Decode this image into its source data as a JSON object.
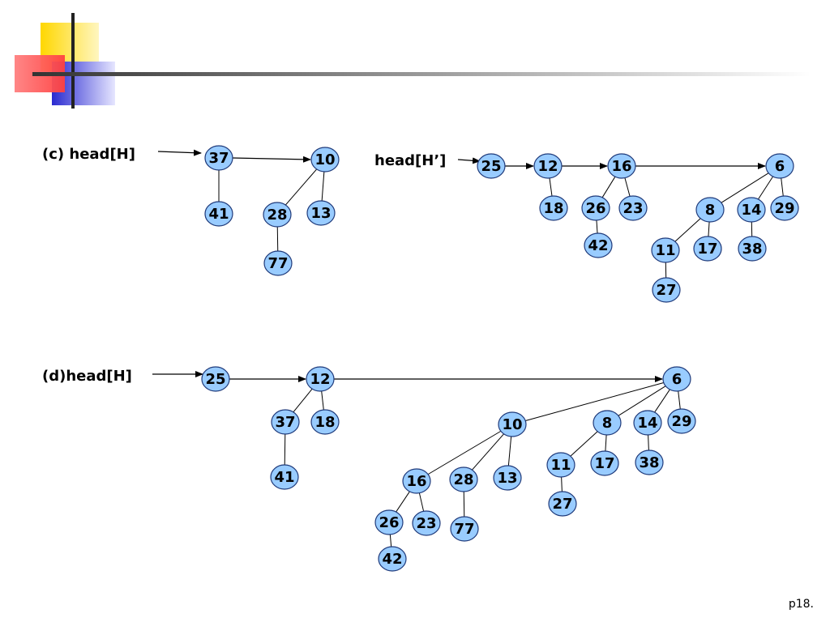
{
  "labels": {
    "c_head": "(c) head[H]",
    "c_head2": "head[H’]",
    "d_head": "(d)head[H]"
  },
  "page_number": "p18.",
  "colors": {
    "node_fill": "#99ccff",
    "node_stroke": "#1f3a7a",
    "edge": "#000000",
    "logo_yellow": "#ffd700",
    "logo_red": "#ff5050",
    "logo_blue": "#2a2ad0"
  },
  "diagrams": [
    {
      "id": "c1",
      "nodes": [
        "37",
        "41",
        "10",
        "28",
        "13",
        "77"
      ],
      "root_list": [
        "37",
        "10"
      ],
      "edges": [
        [
          "37",
          "41"
        ],
        [
          "10",
          "28"
        ],
        [
          "10",
          "13"
        ],
        [
          "28",
          "77"
        ]
      ]
    },
    {
      "id": "c2",
      "nodes": [
        "25",
        "12",
        "18",
        "16",
        "26",
        "23",
        "42",
        "6",
        "8",
        "14",
        "29",
        "11",
        "17",
        "38",
        "27"
      ],
      "root_list": [
        "25",
        "12",
        "16",
        "6"
      ],
      "edges": [
        [
          "12",
          "18"
        ],
        [
          "16",
          "26"
        ],
        [
          "16",
          "23"
        ],
        [
          "26",
          "42"
        ],
        [
          "6",
          "8"
        ],
        [
          "6",
          "14"
        ],
        [
          "6",
          "29"
        ],
        [
          "8",
          "11"
        ],
        [
          "8",
          "17"
        ],
        [
          "11",
          "27"
        ],
        [
          "14",
          "38"
        ]
      ]
    },
    {
      "id": "d",
      "nodes": [
        "25",
        "12",
        "37",
        "18",
        "41",
        "6",
        "10",
        "8",
        "14",
        "29",
        "16",
        "28",
        "13",
        "11",
        "17",
        "38",
        "26",
        "23",
        "77",
        "27",
        "42"
      ],
      "root_list": [
        "25",
        "12",
        "6"
      ],
      "edges": [
        [
          "12",
          "37"
        ],
        [
          "12",
          "18"
        ],
        [
          "37",
          "41"
        ],
        [
          "6",
          "10"
        ],
        [
          "6",
          "8"
        ],
        [
          "6",
          "14"
        ],
        [
          "6",
          "29"
        ],
        [
          "10",
          "16"
        ],
        [
          "10",
          "28"
        ],
        [
          "10",
          "13"
        ],
        [
          "16",
          "26"
        ],
        [
          "16",
          "23"
        ],
        [
          "26",
          "42"
        ],
        [
          "28",
          "77"
        ],
        [
          "8",
          "11"
        ],
        [
          "8",
          "17"
        ],
        [
          "11",
          "27"
        ],
        [
          "14",
          "38"
        ]
      ]
    }
  ]
}
